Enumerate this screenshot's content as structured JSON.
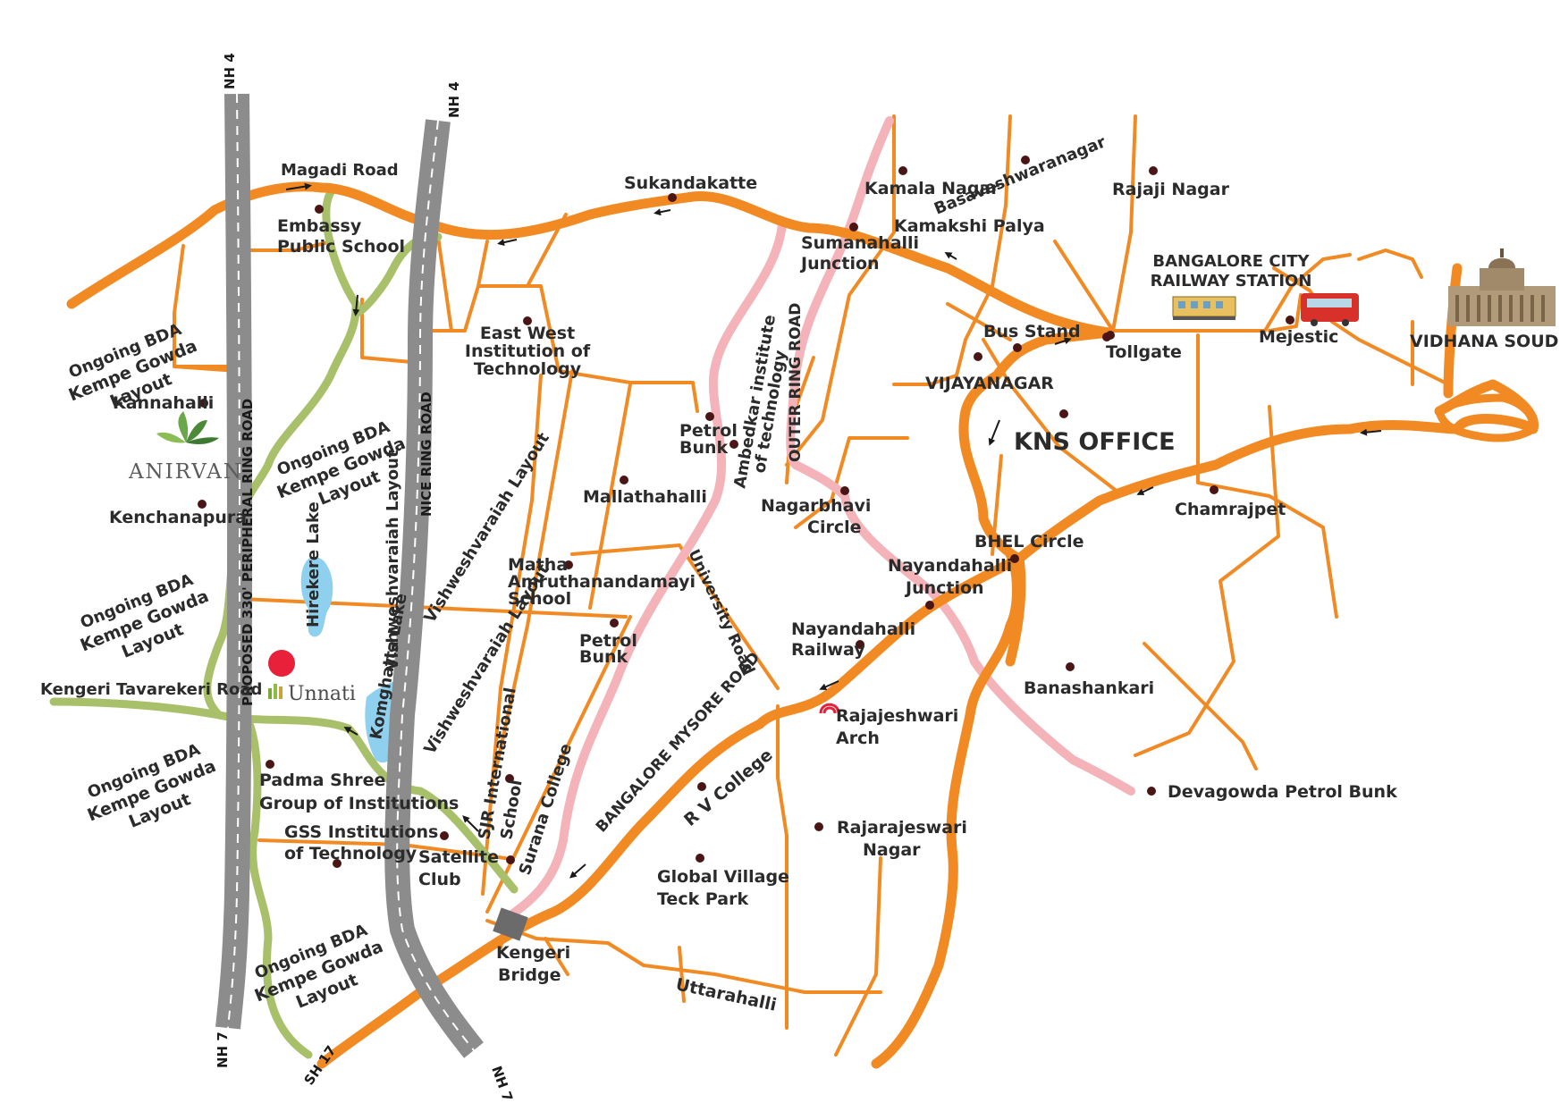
{
  "colors": {
    "main_road": "#f28a24",
    "minor_road": "#f28a24",
    "green_road": "#a9c06a",
    "pink_road": "#f4b3b8",
    "highway": "#8c8c8d",
    "lake": "#8fd0ee",
    "dot": "#4a1515",
    "marker": "#e8203a"
  },
  "highways": {
    "nh4_left": "NH 4",
    "nh4_right": "NH 4",
    "nh7_left": "NH 7",
    "nh7_right": "NH 7",
    "peripheral_ring": "PROPOSED 330' PERIPHERAL RING ROAD",
    "nice_ring": "NICE RING ROAD",
    "sh17": "SH 17"
  },
  "roads": {
    "magadi": "Magadi Road",
    "kengeri_tavarekeri": "Kengeri Tavarekeri Road",
    "outer_ring": "OUTER RING ROAD",
    "university": "University Road",
    "bangalore_mysore": "BANGALORE MYSORE ROAD",
    "vishweshvaraiah_1": "Vishweshvaraiah Layout",
    "vishweshvaraiah_2": "Vishweshvaraiah Layout",
    "vishweshvaraiah_3": "Vishweshvaraiah Layout"
  },
  "lakes": {
    "hirekere": "Hirekere Lake",
    "komghatta": "Komghatta Lake"
  },
  "bda": {
    "line1": "Ongoing BDA",
    "line2": "Kempe Gowda",
    "line3": "Layout"
  },
  "brands": {
    "anirvan": "ANIRVAN",
    "unnati": "Unnati"
  },
  "places": {
    "sukandakatte": "Sukandakatte",
    "embassy_1": "Embassy",
    "embassy_2": "Public School",
    "kamala_nagar": "Kamala Nagar",
    "basaveshwaranagar": "Basaveshwaranagar",
    "rajaji_nagar": "Rajaji Nagar",
    "kamakshi_palya": "Kamakshi Palya",
    "sumanahalli_1": "Sumanahalli",
    "sumanahalli_2": "Junction",
    "railway_1": "BANGALORE CITY",
    "railway_2": "RAILWAY STATION",
    "east_west_1": "East West",
    "east_west_2": "Institution of",
    "east_west_3": "Technology",
    "bus_stand": "Bus Stand",
    "tollgate": "Tollgate",
    "mejestic": "Mejestic",
    "vidhana_soudha": "VIDHANA SOUDHA",
    "kannahalli": "Kannahalli",
    "vijayanagar": "VIJAYANAGAR",
    "kns_office": "KNS OFFICE",
    "petrol_bunk_1a": "Petrol",
    "petrol_bunk_1b": "Bunk",
    "ambedkar_1": "Ambedkar institute",
    "ambedkar_2": "of technology",
    "mallathahalli": "Mallathahalli",
    "nagarbhavi_1": "Nagarbhavi",
    "nagarbhavi_2": "Circle",
    "kenchanapura": "Kenchanapura",
    "chamrajpet": "Chamrajpet",
    "bhel_circle": "BHEL Circle",
    "matha_1": "Matha",
    "matha_2": "Amruthanandamayi",
    "matha_3": "School",
    "nayandahalli_j1": "Nayandahalli",
    "nayandahalli_j2": "Junction",
    "petrol_bunk_2a": "Petrol",
    "petrol_bunk_2b": "Bunk",
    "nayandahalli_r1": "Nayandahalli",
    "nayandahalli_r2": "Railway",
    "banashankari": "Banashankari",
    "rajajeshwari_arch_1": "Rajajeshwari",
    "rajajeshwari_arch_2": "Arch",
    "padma_1": "Padma Shree",
    "padma_2": "Group of Institutions",
    "sjr_1": "SJR International",
    "sjr_2": "School",
    "surana": "Surana College",
    "rv_college": "R V College",
    "devagowda": "Devagowda Petrol Bunk",
    "gss_1": "GSS Institutions",
    "gss_2": "of Technology",
    "satellite_1": "Satellite",
    "satellite_2": "Club",
    "rajarajeswari_1": "Rajarajeswari",
    "rajarajeswari_2": "Nagar",
    "global_village_1": "Global Village",
    "global_village_2": "Teck Park",
    "kengeri_bridge_1": "Kengeri",
    "kengeri_bridge_2": "Bridge",
    "uttarahalli": "Uttarahalli"
  }
}
